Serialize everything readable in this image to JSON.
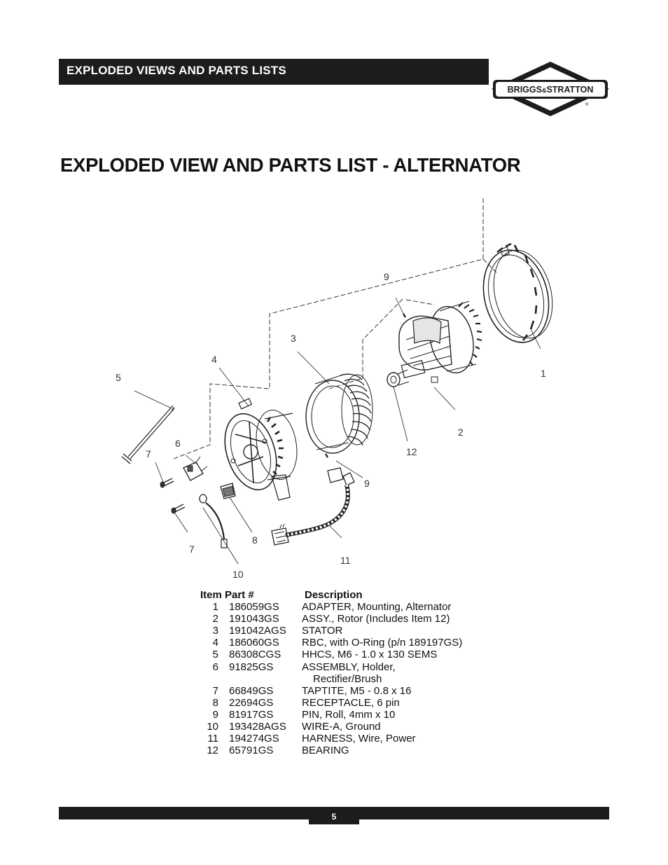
{
  "header": {
    "section_title": "EXPLODED VIEWS AND PARTS LISTS"
  },
  "logo": {
    "text_left": "BRIGGS",
    "text_amp": "&",
    "text_right": "STRATTON",
    "registered": "®"
  },
  "page_title": "EXPLODED VIEW AND PARTS LIST - ALTERNATOR",
  "callouts": [
    "1",
    "2",
    "3",
    "4",
    "5",
    "6",
    "7",
    "7",
    "8",
    "9",
    "9",
    "10",
    "11",
    "12"
  ],
  "parts_list": {
    "headers": {
      "item": "Item",
      "part": "Part #",
      "description": "Description"
    },
    "rows": [
      {
        "item": "1",
        "part": "186059GS",
        "description": "ADAPTER, Mounting, Alternator"
      },
      {
        "item": "2",
        "part": "191043GS",
        "description": "ASSY., Rotor (Includes Item 12)"
      },
      {
        "item": "3",
        "part": "191042AGS",
        "description": "STATOR"
      },
      {
        "item": "4",
        "part": "186060GS",
        "description": "RBC, with O-Ring (p/n 189197GS)"
      },
      {
        "item": "5",
        "part": "86308CGS",
        "description": "HHCS, M6 - 1.0 x 130 SEMS"
      },
      {
        "item": "6",
        "part": "91825GS",
        "description": "ASSEMBLY, Holder,",
        "description_cont": "Rectifier/Brush"
      },
      {
        "item": "7",
        "part": "66849GS",
        "description": "TAPTITE, M5 - 0.8 x 16"
      },
      {
        "item": "8",
        "part": "22694GS",
        "description": "RECEPTACLE, 6 pin"
      },
      {
        "item": "9",
        "part": "81917GS",
        "description": "PIN, Roll, 4mm x 10"
      },
      {
        "item": "10",
        "part": "193428AGS",
        "description": "WIRE-A, Ground"
      },
      {
        "item": "11",
        "part": "194274GS",
        "description": "HARNESS, Wire, Power"
      },
      {
        "item": "12",
        "part": "65791GS",
        "description": "BEARING"
      }
    ]
  },
  "footer": {
    "page_number": "5"
  }
}
